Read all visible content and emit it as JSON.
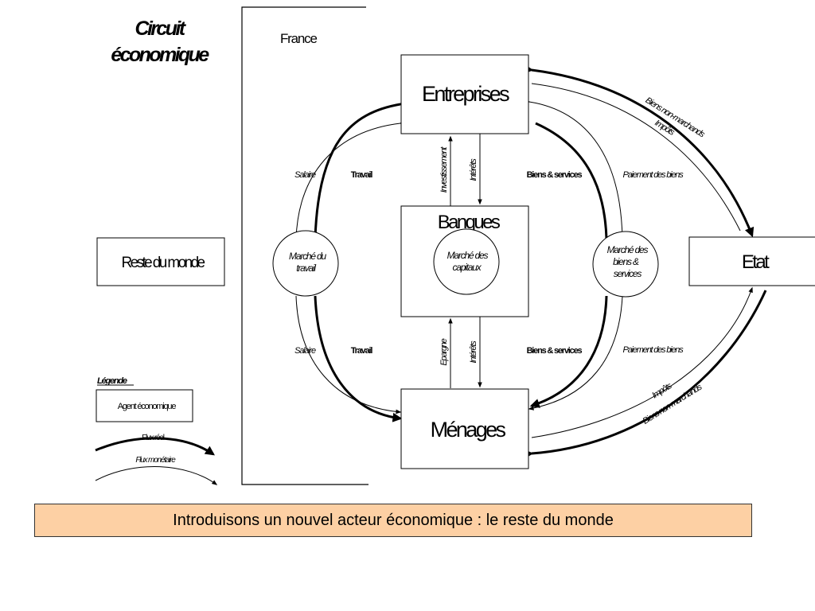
{
  "title": {
    "line1": "Circuit",
    "line2": "économique"
  },
  "france": "France",
  "agents": {
    "entreprises": "Entreprises",
    "banques": "Banques",
    "menages": "Ménages",
    "etat": "Etat",
    "reste_du_monde": "Reste du monde"
  },
  "markets": {
    "travail": {
      "line1": "Marché du",
      "line2": "travail"
    },
    "capitaux": {
      "line1": "Marché des",
      "line2": "capitaux"
    },
    "biens": {
      "line1": "Marché des",
      "line2": "biens &",
      "line3": "services"
    }
  },
  "flows": {
    "salaire": "Salaire",
    "travail": "Travail",
    "biens_services": "Biens & services",
    "paiement_biens": "Paiement des biens",
    "investissement": "Investissement",
    "interets": "Intérêts",
    "epargne": "Epargne",
    "biens_non_marchands": "Biens non-marchands",
    "impots": "Impôts"
  },
  "legend": {
    "title": "Légende",
    "agent": "Agent économique",
    "flux_reel": "Flux réel",
    "flux_monetaire": "Flux monétaire"
  },
  "caption": "Introduisons un nouvel acteur économique : le reste du monde"
}
